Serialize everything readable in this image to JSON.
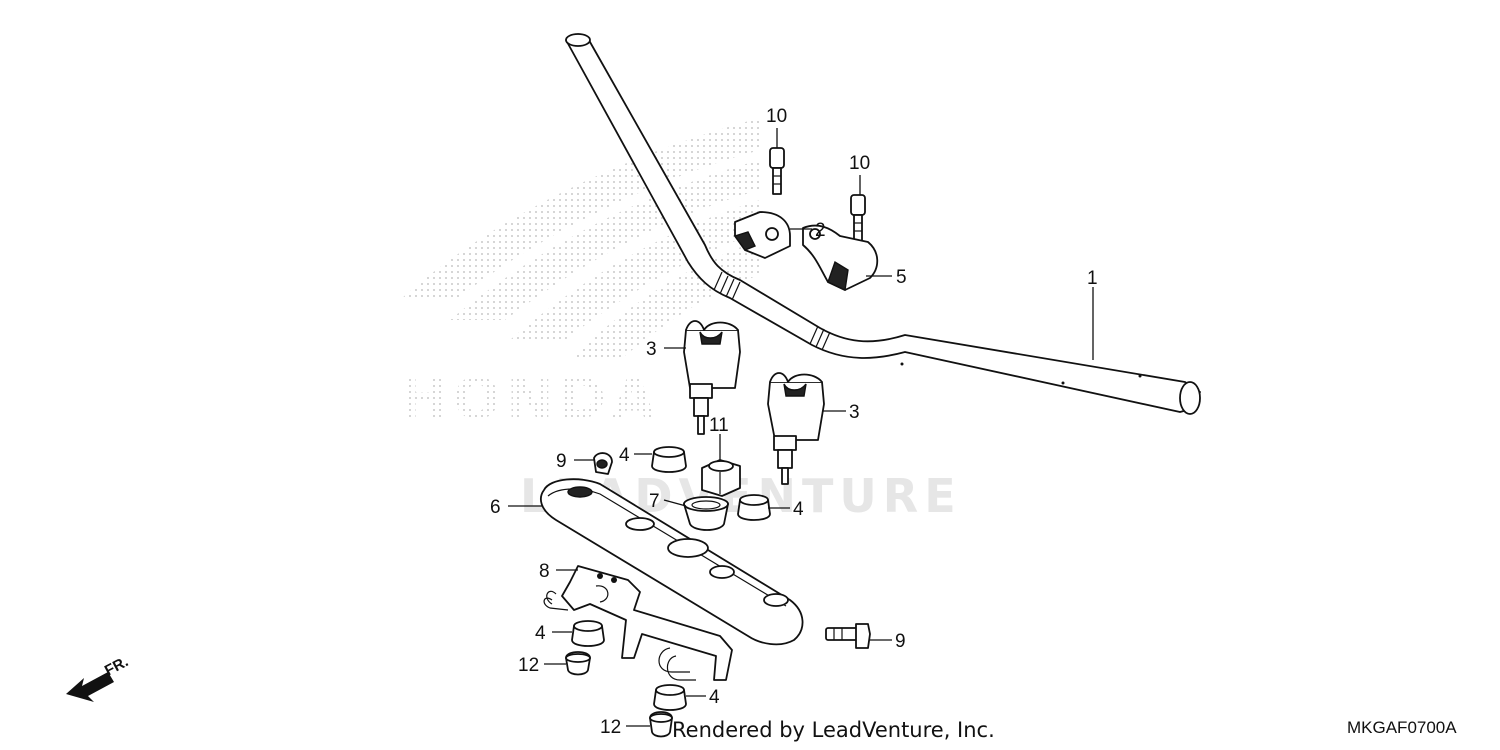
{
  "watermark": {
    "brand": "HONDA",
    "dealer": "LEADVENTURE"
  },
  "callouts": [
    {
      "id": "1",
      "label": "1"
    },
    {
      "id": "2",
      "label": "2"
    },
    {
      "id": "3a",
      "label": "3"
    },
    {
      "id": "3b",
      "label": "3"
    },
    {
      "id": "4a",
      "label": "4"
    },
    {
      "id": "4b",
      "label": "4"
    },
    {
      "id": "4c",
      "label": "4"
    },
    {
      "id": "4d",
      "label": "4"
    },
    {
      "id": "5",
      "label": "5"
    },
    {
      "id": "6",
      "label": "6"
    },
    {
      "id": "7",
      "label": "7"
    },
    {
      "id": "8",
      "label": "8"
    },
    {
      "id": "9a",
      "label": "9"
    },
    {
      "id": "9b",
      "label": "9"
    },
    {
      "id": "10a",
      "label": "10"
    },
    {
      "id": "10b",
      "label": "10"
    },
    {
      "id": "11",
      "label": "11"
    },
    {
      "id": "12a",
      "label": "12"
    },
    {
      "id": "12b",
      "label": "12"
    }
  ],
  "direction_label": "FR.",
  "footer": {
    "credit": "Rendered by LeadVenture, Inc.",
    "code": "MKGAF0700A"
  },
  "colors": {
    "line": "#111111",
    "watermark": "#d8d8d8"
  }
}
